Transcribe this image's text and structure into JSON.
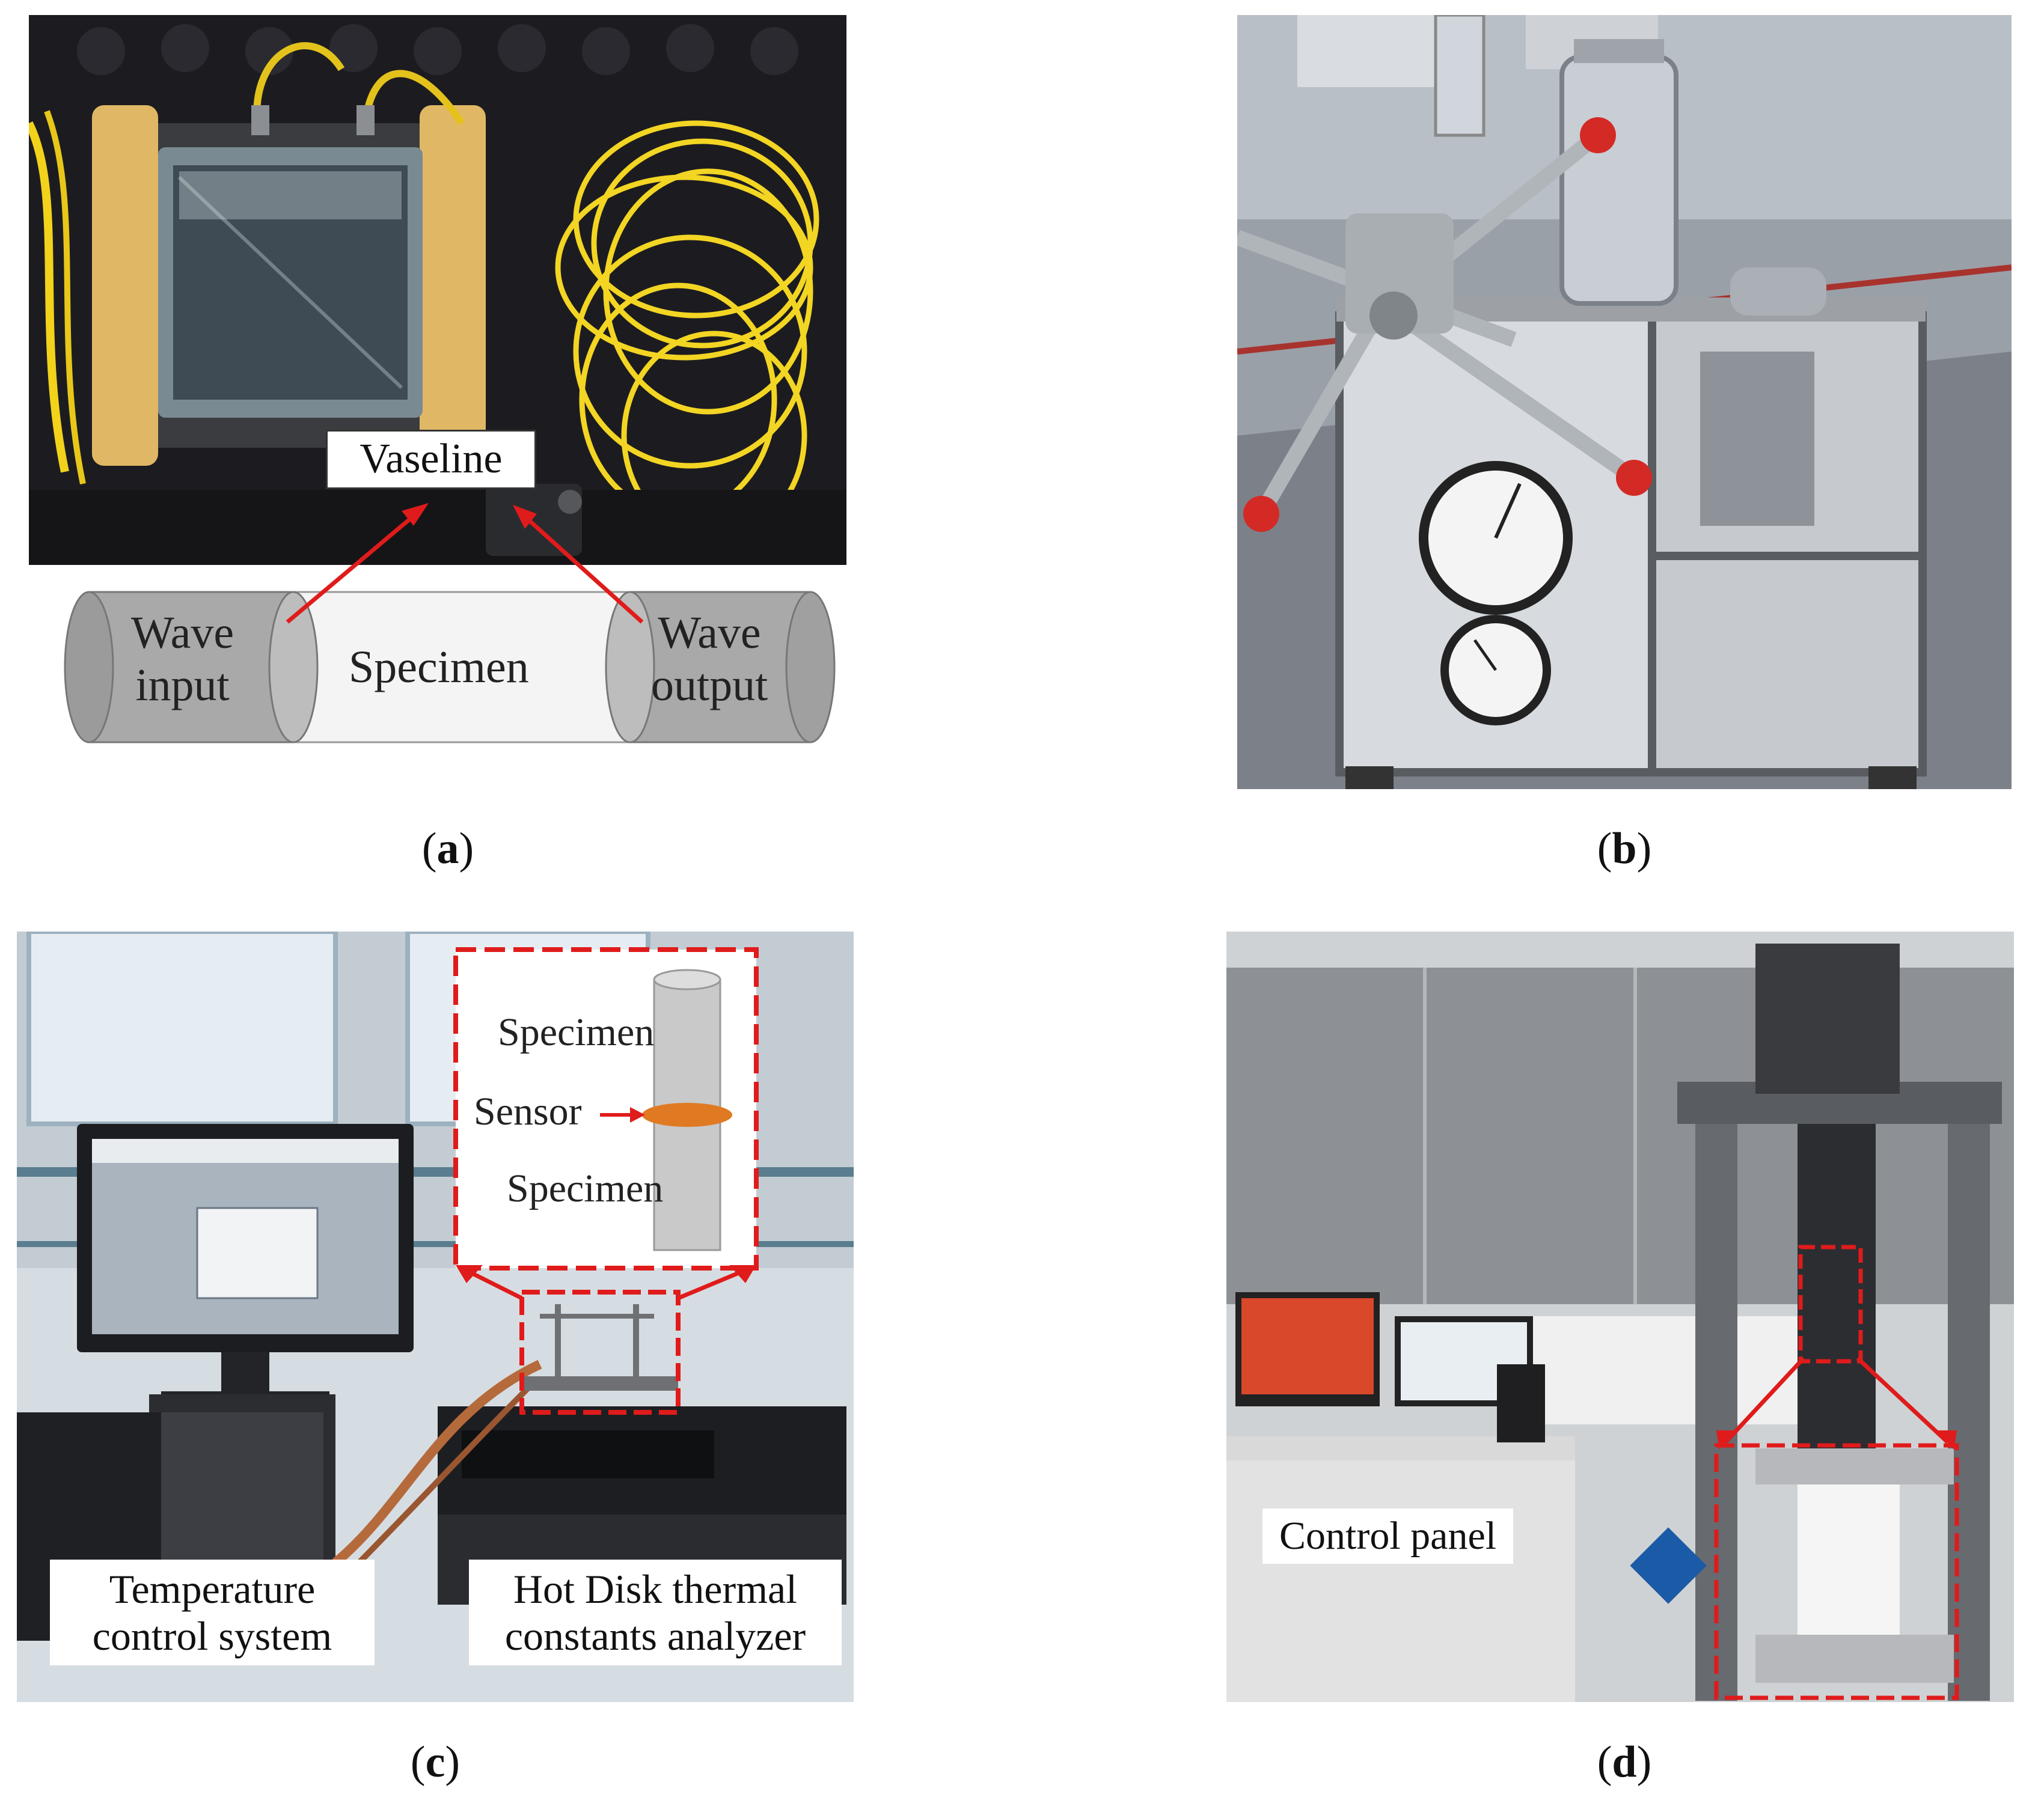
{
  "panels": [
    {
      "id": "a",
      "caption_letter": "a",
      "labels": {
        "vaseline": "Vaseline",
        "wave_input": "Wave\ninput",
        "specimen": "Specimen",
        "wave_output": "Wave\noutput"
      }
    },
    {
      "id": "b",
      "caption_letter": "b",
      "labels": {}
    },
    {
      "id": "c",
      "caption_letter": "c",
      "labels": {
        "specimen_top": "Specimen",
        "sensor": "Sensor",
        "specimen_bottom": "Specimen",
        "temperature_control": "Temperature\ncontrol system",
        "hot_disk": "Hot Disk thermal\nconstants analyzer"
      }
    },
    {
      "id": "d",
      "caption_letter": "d",
      "labels": {
        "control_panel": "Control panel"
      }
    }
  ],
  "colors": {
    "arrow_red": "#e01b1b",
    "case_black": "#1b1b1f",
    "cable_yellow": "#f2d21b",
    "frame_gray": "#6a6d72",
    "floor_gray": "#8a8d94"
  }
}
